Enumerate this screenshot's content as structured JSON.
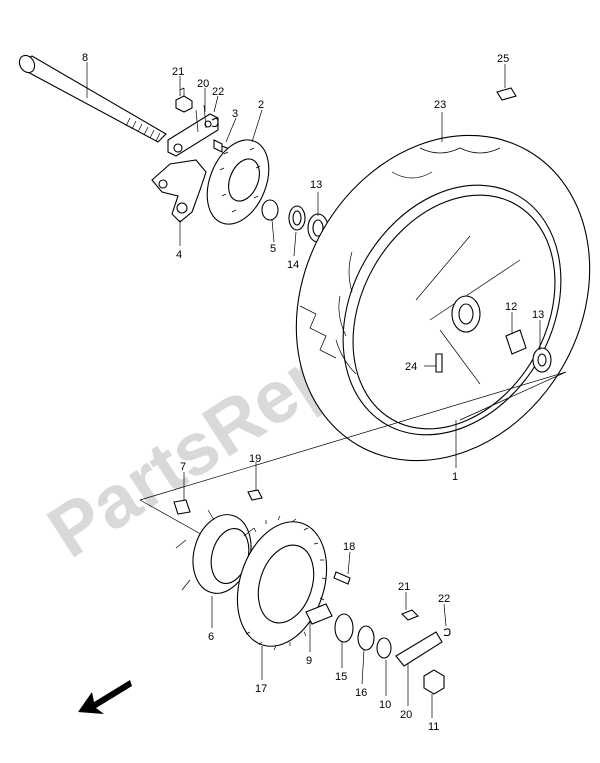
{
  "watermark": "PartsRepublik",
  "part_labels": [
    "8",
    "21",
    "20",
    "22",
    "3",
    "2",
    "4",
    "5",
    "14",
    "13",
    "23",
    "25",
    "12",
    "13",
    "24",
    "1",
    "7",
    "19",
    "6",
    "18",
    "17",
    "9",
    "15",
    "16",
    "10",
    "21",
    "22",
    "20",
    "11"
  ],
  "icons": [
    "direction-arrow-icon"
  ]
}
